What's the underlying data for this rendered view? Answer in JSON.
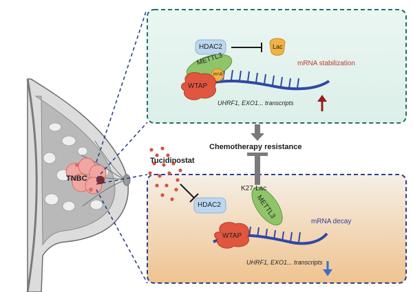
{
  "tumor_label": "TNBC",
  "drug_label": "Tucidinostat",
  "center_label": "Chemotherapy resistance",
  "top_panel": {
    "hdac_label": "HDAC2",
    "lac_label": "Lac",
    "outcome_label": "mRNA stabilization",
    "mettl_label": "METTL3",
    "m6a_label": "m⁶A",
    "wtap_label": "WTAP",
    "transcripts_label": "UHRF1, EXO1... transcripts"
  },
  "bottom_panel": {
    "k27_label": "K27-Lac",
    "hdac_label": "HDAC2",
    "mettl_label": "METTL3",
    "outcome_label": "mRNA decay",
    "wtap_label": "WTAP",
    "transcripts_label": "UHRF1, EXO1... transcripts"
  },
  "colors": {
    "panel_border": "#1f6e6a",
    "panel_border_bottom": "#2c3f8c",
    "top_panel_fill": "#e4f4ef",
    "bottom_panel_fill_top": "#f3ebe0",
    "bottom_panel_fill_bottom": "#f0c895",
    "mettl3": "#8fc46a",
    "wtap": "#e0563f",
    "hdac2": "#bcd7ef",
    "lac": "#f0b244",
    "rna": "#2f47a6",
    "up_arrow": "#9b1b1b",
    "down_arrow": "#3a6fc7",
    "stabilization_text": "#c0392b",
    "decay_text": "#2f3d9c",
    "drug_dots": "#d9503a"
  }
}
